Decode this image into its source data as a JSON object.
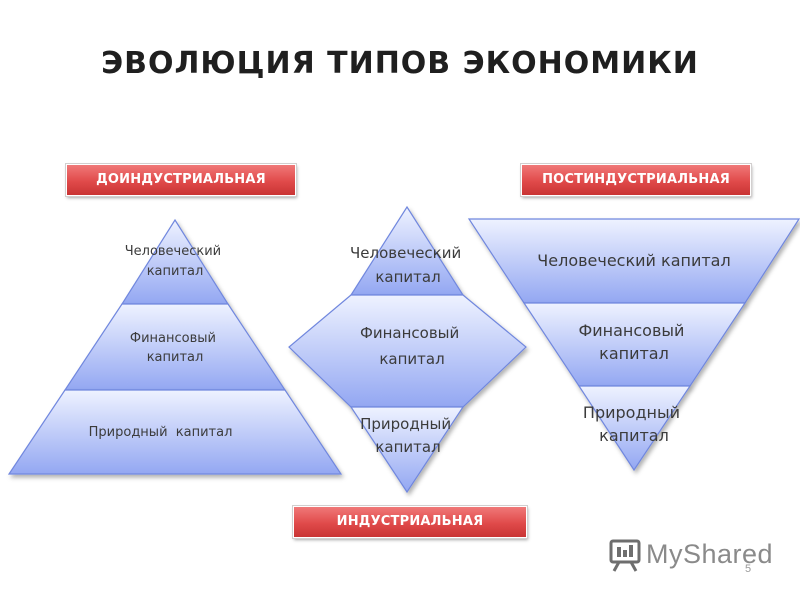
{
  "slide": {
    "title": "ЭВОЛЮЦИЯ ТИПОВ ЭКОНОМИКИ",
    "page_number": "5"
  },
  "economy_types": {
    "preindustrial": "ДОИНДУСТРИАЛЬНАЯ",
    "postindustrial": "ПОСТИНДУСТРИАЛЬНАЯ",
    "industrial": "ИНДУСТРИАЛЬНАЯ"
  },
  "pyramid": {
    "top_line1": "Человеческий",
    "top_line2": "капитал",
    "middle_line1": "Финансовый",
    "middle_line2": "капитал",
    "bottom": "Природный  капитал"
  },
  "diamond": {
    "top_line1": "Человеческий",
    "top_line2": "капитал",
    "middle_line1": "Финансовый",
    "middle_line2": "капитал",
    "bottom_line1": "Природный",
    "bottom_line2": "капитал"
  },
  "inverted": {
    "top": "Человеческий капитал",
    "middle_line1": "Финансовый",
    "middle_line2": "капитал",
    "bottom_line1": "Природный",
    "bottom_line2": "капитал"
  },
  "watermark": {
    "text": "MyShared"
  },
  "colors": {
    "tag_red": "#e04a4a",
    "shape_blue_light": "#e8eeff",
    "shape_blue_dark": "#8fa4f0",
    "shape_outline": "#6f86dd"
  }
}
